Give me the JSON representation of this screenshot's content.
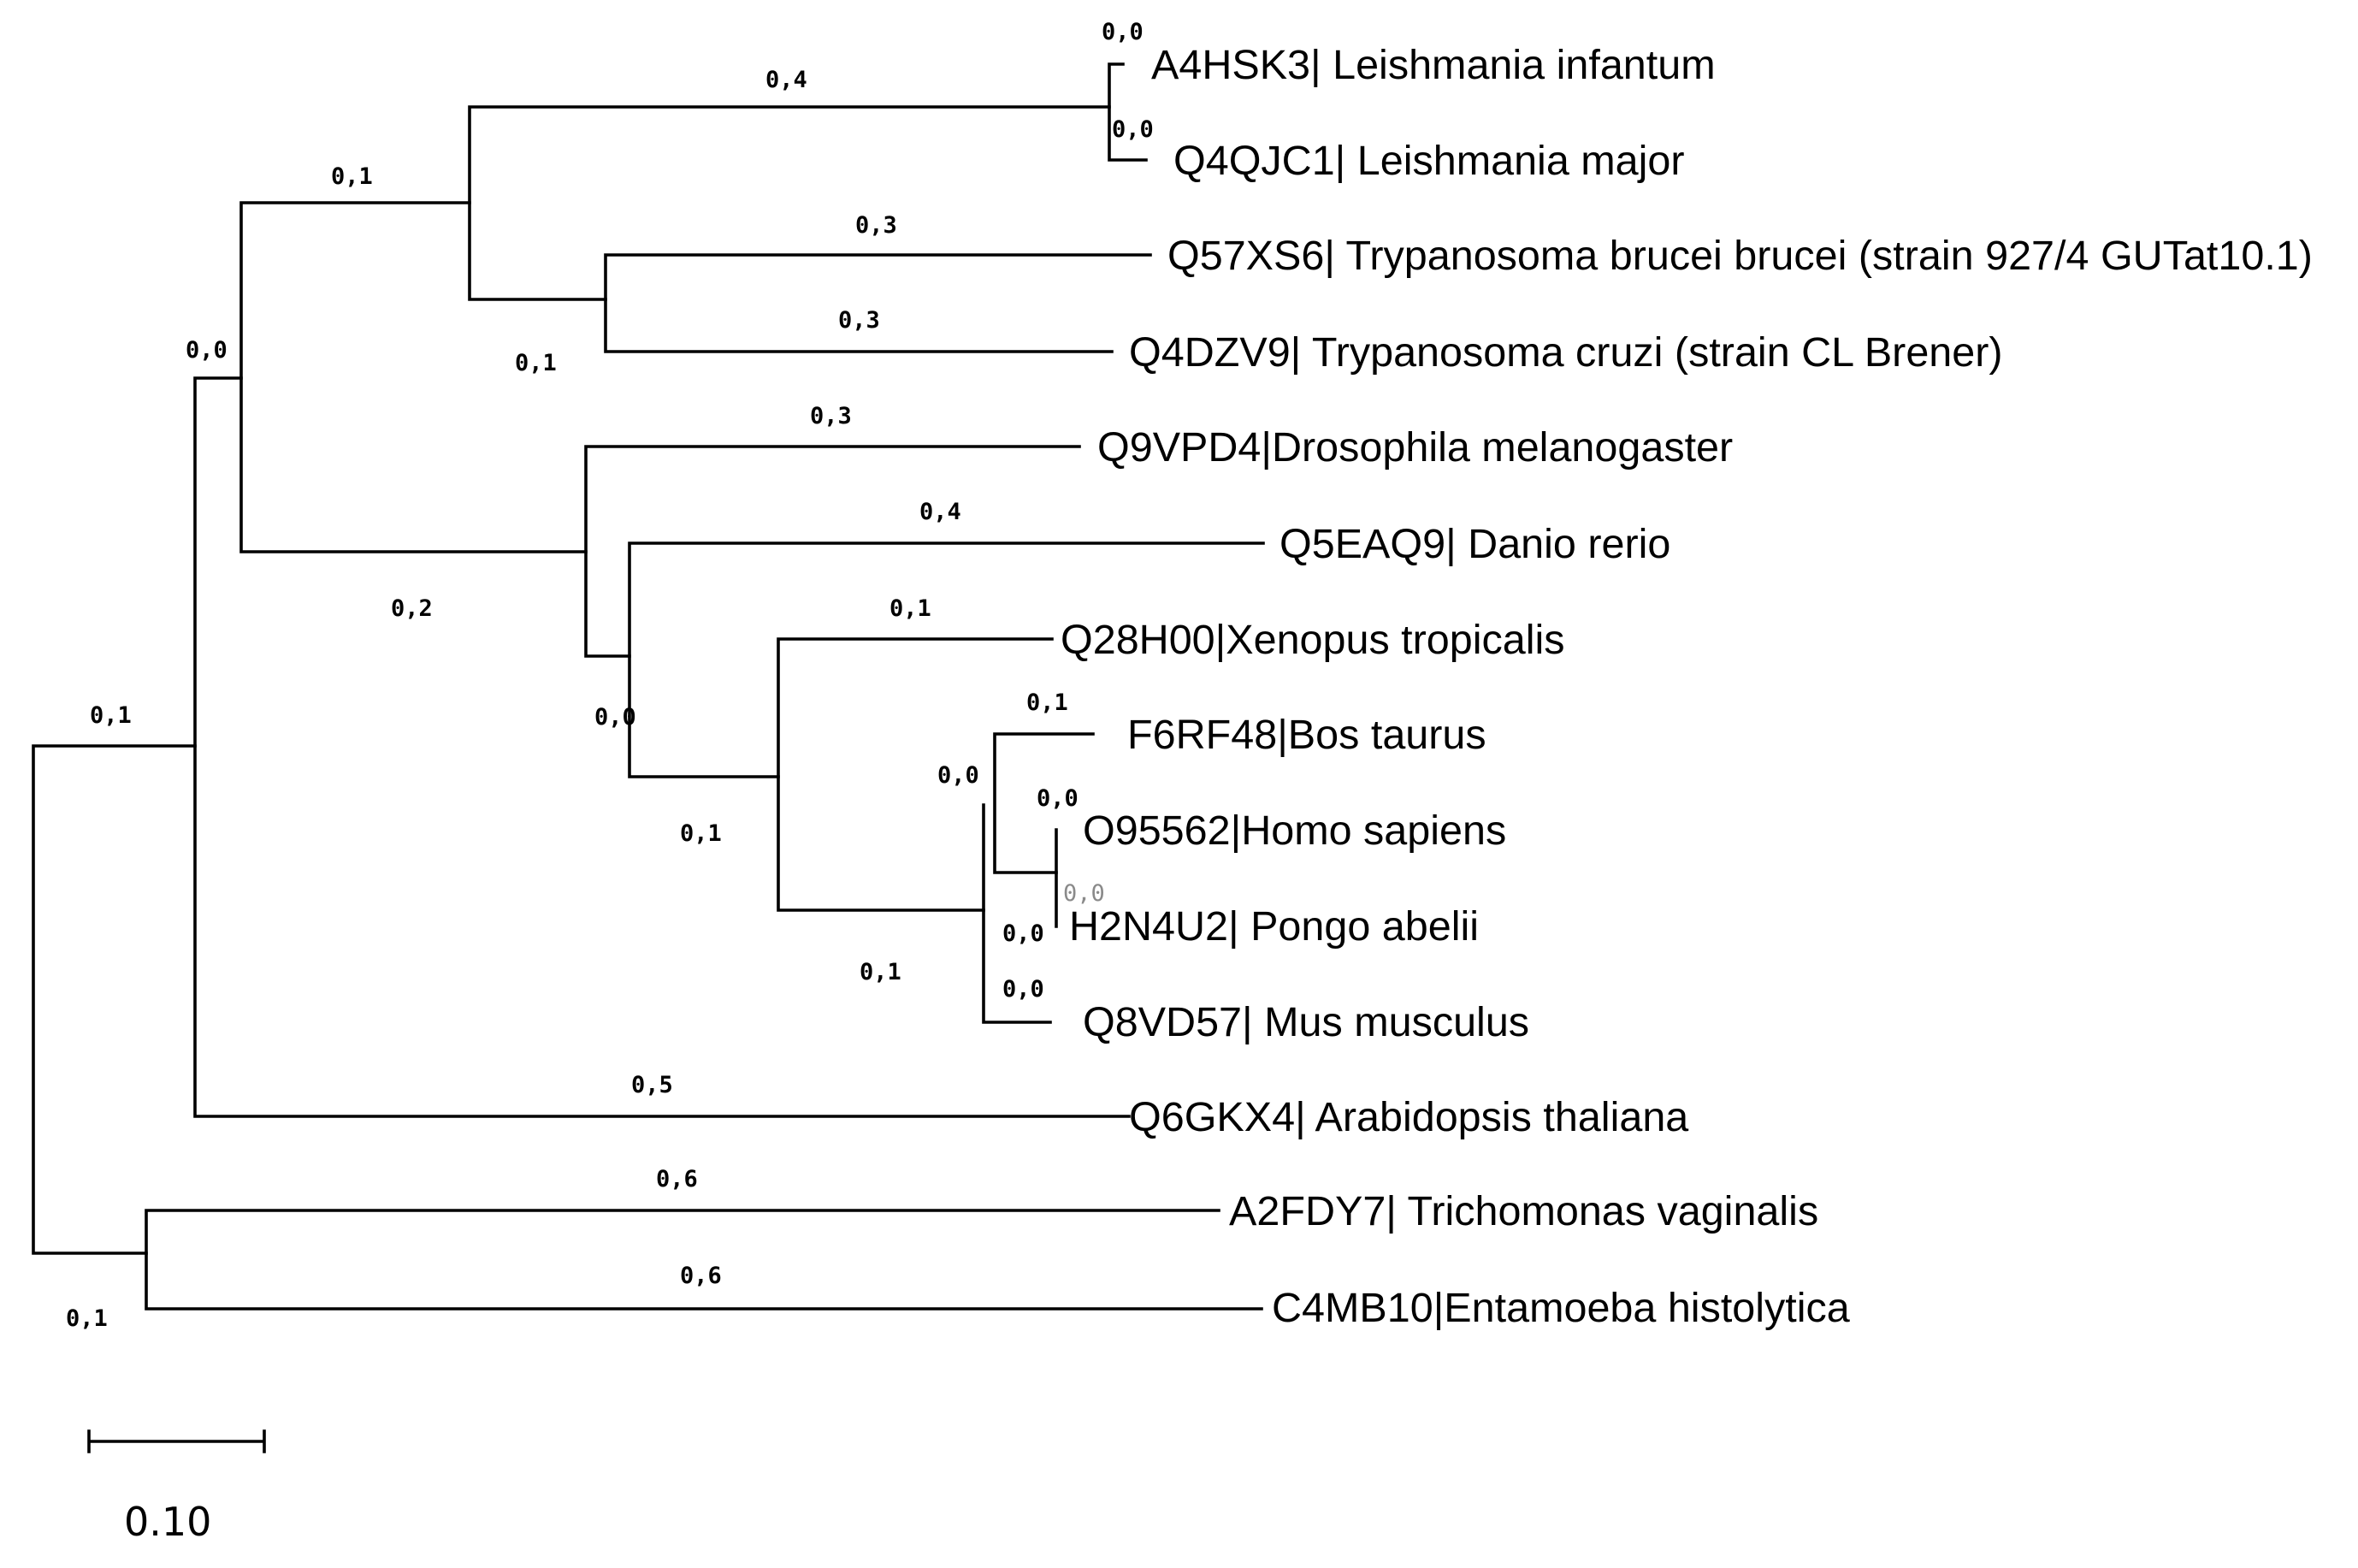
{
  "tree": {
    "leaves": [
      {
        "id": "a4hsk3",
        "label": "A4HSK3| Leishmania infantum",
        "branch_length": "0,0"
      },
      {
        "id": "q4qjc1",
        "label": "Q4QJC1| Leishmania major",
        "branch_length": "0,0"
      },
      {
        "id": "q57xs6",
        "label": "Q57XS6| Trypanosoma brucei brucei (strain 927/4 GUTat10.1)",
        "branch_length": "0,3"
      },
      {
        "id": "q4dzv9",
        "label": "Q4DZV9| Trypanosoma cruzi (strain CL Brener)",
        "branch_length": "0,3"
      },
      {
        "id": "q9vpd4",
        "label": "Q9VPD4|Drosophila melanogaster",
        "branch_length": "0,3"
      },
      {
        "id": "q5eaq9",
        "label": "Q5EAQ9| Danio rerio",
        "branch_length": "0,4"
      },
      {
        "id": "q28h00",
        "label": "Q28H00|Xenopus tropicalis",
        "branch_length": "0,1"
      },
      {
        "id": "f6rf48",
        "label": "F6RF48|Bos taurus",
        "branch_length": "0,1"
      },
      {
        "id": "o95562",
        "label": "O95562|Homo sapiens",
        "branch_length": "0,0"
      },
      {
        "id": "h2n4u2",
        "label": "H2N4U2| Pongo abelii",
        "branch_length": "0,0"
      },
      {
        "id": "q8vd57",
        "label": "Q8VD57| Mus musculus",
        "branch_length": "0,0"
      },
      {
        "id": "q6gkx4",
        "label": "Q6GKX4| Arabidopsis thaliana",
        "branch_length": "0,5"
      },
      {
        "id": "a2fdy7",
        "label": "A2FDY7| Trichomonas vaginalis",
        "branch_length": "0,6"
      },
      {
        "id": "c4mb10",
        "label": "C4MB10|Entamoeba histolytica",
        "branch_length": "0,6"
      }
    ],
    "internal_branches": {
      "leishmania_clade": "0,4",
      "trypanosomatid_clade": "0,1",
      "trypanosoma_clade": "0,1",
      "kinetoplastid_animal_split": "0,0",
      "animal_clade": "0,2",
      "deuterostome_clade": "0,0",
      "tetrapod_clade": "0,1",
      "mammal_clade": "0,1",
      "bos_primate_clade": "0,0",
      "primate_clade": "0,0",
      "opisthokont_plant_clade": "0,1",
      "protist_clade": "0,1"
    },
    "scale_bar": {
      "label": "0.10",
      "value": 0.1
    }
  }
}
